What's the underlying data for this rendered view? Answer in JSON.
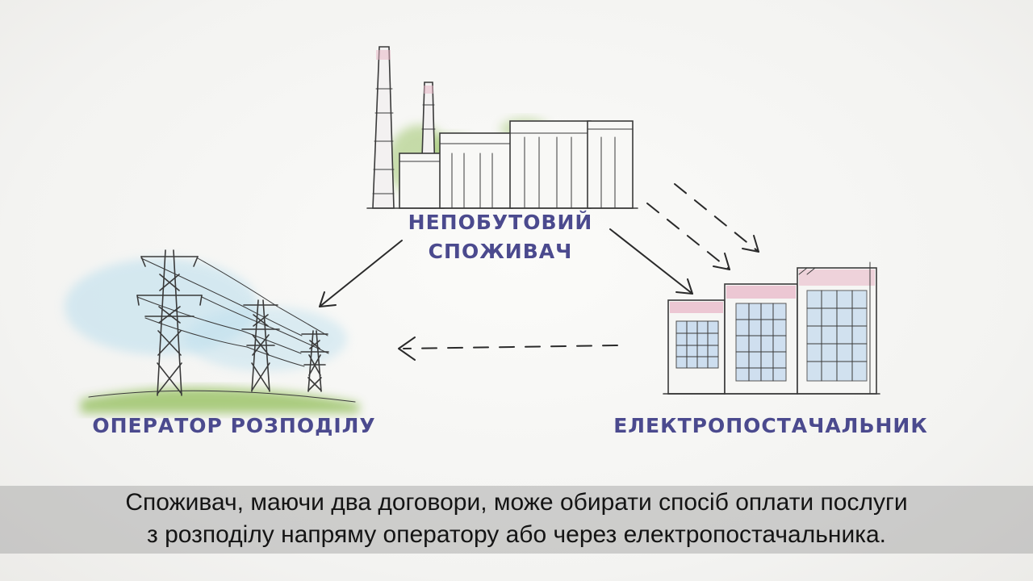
{
  "colors": {
    "label": "#4b4a8e",
    "arrow": "#2a2a2a",
    "sketch": "#3a3a3a",
    "grass": "#9dc46a",
    "sky": "#bfe0ee",
    "pink": "#e8b4c4",
    "blue_glass": "#c9dcef"
  },
  "nodes": {
    "consumer": {
      "label_line1": "НЕПОБУТОВИЙ",
      "label_line2": "СПОЖИВАЧ",
      "icon": "factory-icon"
    },
    "operator": {
      "label": "ОПЕРАТОР РОЗПОДІЛУ",
      "icon": "power-lines-icon"
    },
    "supplier": {
      "label": "ЕЛЕКТРОПОСТАЧАЛЬНИК",
      "icon": "office-buildings-icon"
    }
  },
  "subtitle": {
    "line1": "Споживач, маючи два договори, може обирати спосіб оплати послуги",
    "line2": "з розподілу напряму оператору або через електропостачальника."
  }
}
